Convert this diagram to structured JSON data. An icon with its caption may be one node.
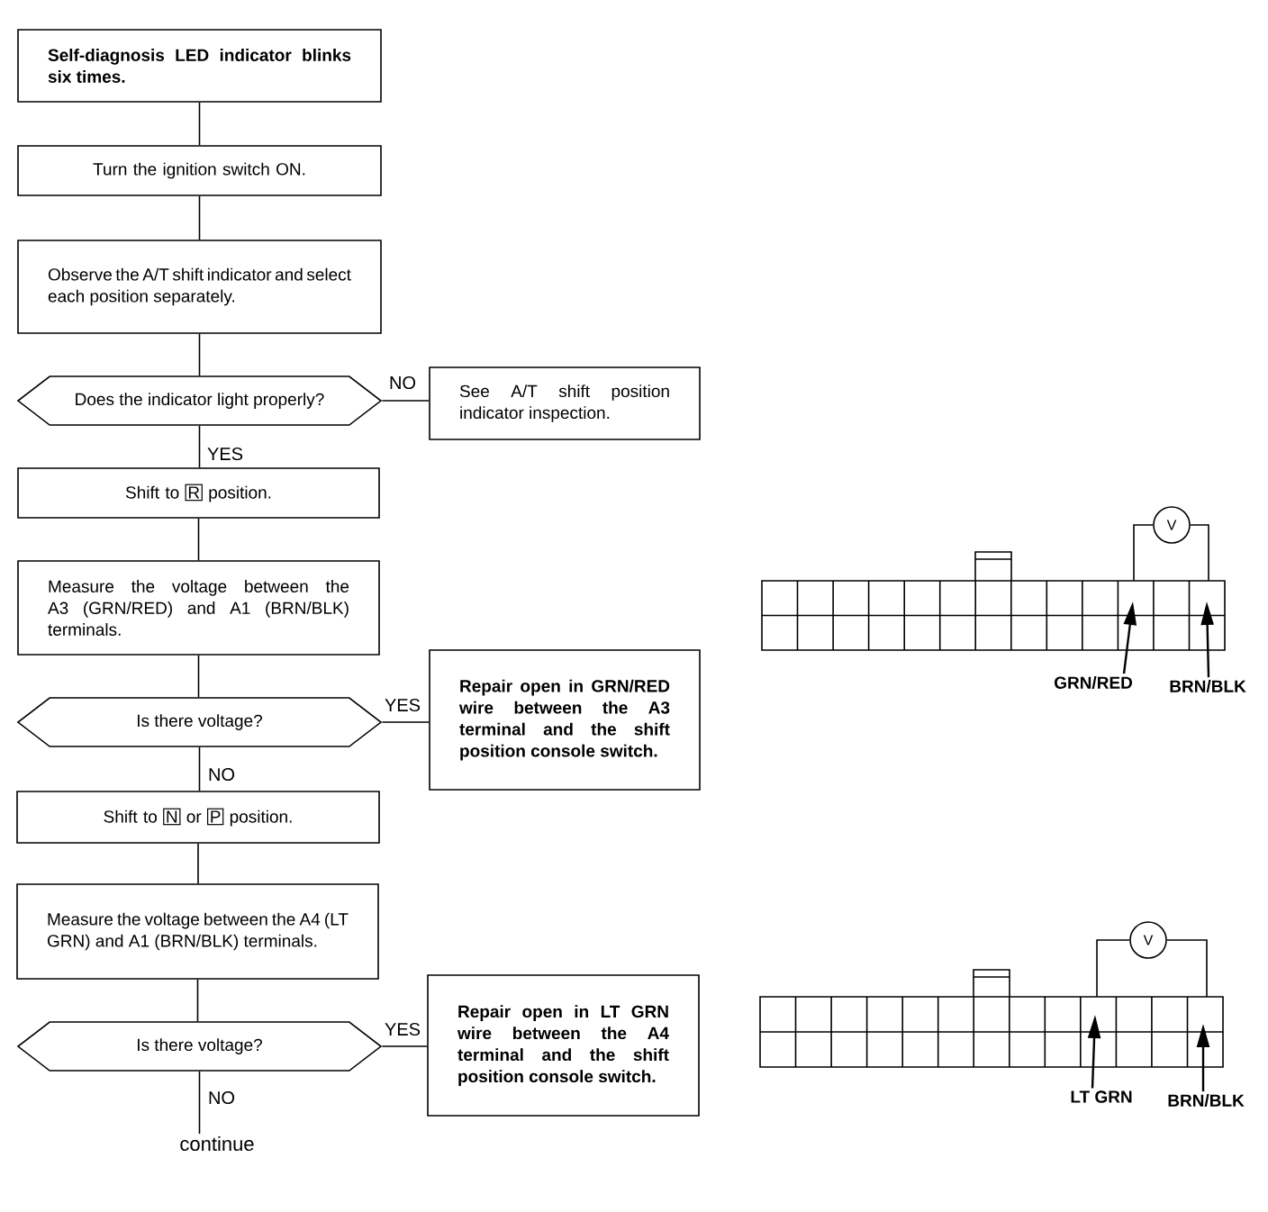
{
  "diagram": {
    "nodes": [
      {
        "text": [
          "Self-diagnosis LED indicator blinks six times."
        ]
      },
      {
        "text": [
          "Turn the ignition switch ON."
        ]
      },
      {
        "text": [
          "Observe the A/T shift indicator and select each position separately."
        ]
      },
      {
        "text": [
          "Does the indicator light properly?"
        ]
      },
      {
        "text": [
          "See A/T shift position indicator inspection."
        ]
      },
      {
        "text": [
          "Shift to",
          "R",
          "position."
        ]
      },
      {
        "text": [
          "Measure the voltage between the A3 (GRN/RED) and A1 (BRN/BLK) terminals."
        ]
      },
      {
        "text": [
          "Is there voltage?"
        ]
      },
      {
        "text": [
          "Repair open in GRN/RED wire between the A3 terminal and the shift position console switch."
        ]
      },
      {
        "text": [
          "Shift to",
          "N",
          "or",
          "P",
          "position."
        ]
      },
      {
        "text": [
          "Measure the voltage between the A4 (LT GRN) and A1 (BRN/BLK) terminals."
        ]
      },
      {
        "text": [
          "Is there voltage?"
        ]
      },
      {
        "text": [
          "Repair open in LT GRN wire between the A4 terminal and the shift position console switch."
        ]
      },
      {
        "text": [
          "continue"
        ]
      },
      {
        "text": [
          "V"
        ]
      },
      {
        "text": [
          "GRN/RED"
        ]
      },
      {
        "text": [
          "BRN/BLK"
        ]
      },
      {
        "text": [
          "V"
        ]
      },
      {
        "text": [
          "LT GRN"
        ]
      },
      {
        "text": [
          "BRN/BLK"
        ]
      }
    ],
    "edges": [
      {
        "from": 0,
        "to": 1,
        "arrow": "none"
      },
      {
        "from": 1,
        "to": 2,
        "arrow": "none"
      },
      {
        "from": 2,
        "to": 3,
        "arrow": "none"
      },
      {
        "from": 3,
        "to": 4,
        "arrow": "none",
        "label": "NO"
      },
      {
        "from": 3,
        "to": 5,
        "arrow": "none",
        "label": "YES"
      },
      {
        "from": 5,
        "to": 6,
        "arrow": "none"
      },
      {
        "from": 6,
        "to": 7,
        "arrow": "none"
      },
      {
        "from": 7,
        "to": 8,
        "arrow": "none",
        "label": "YES"
      },
      {
        "from": 7,
        "to": 9,
        "arrow": "none",
        "label": "NO"
      },
      {
        "from": 9,
        "to": 10,
        "arrow": "none"
      },
      {
        "from": 10,
        "to": 11,
        "arrow": "none"
      },
      {
        "from": 11,
        "to": 12,
        "arrow": "none",
        "label": "YES"
      },
      {
        "from": 11,
        "to": 13,
        "arrow": "none",
        "label": "NO"
      },
      {
        "from": 14,
        "to": null,
        "arrow": "none"
      },
      {
        "from": 14,
        "to": null,
        "arrow": "none"
      },
      {
        "from": 15,
        "to": null,
        "arrow": "to"
      },
      {
        "from": 16,
        "to": null,
        "arrow": "to"
      },
      {
        "from": 17,
        "to": null,
        "arrow": "none"
      },
      {
        "from": 17,
        "to": null,
        "arrow": "none"
      },
      {
        "from": 18,
        "to": null,
        "arrow": "to"
      },
      {
        "from": 19,
        "to": null,
        "arrow": "to"
      }
    ]
  }
}
